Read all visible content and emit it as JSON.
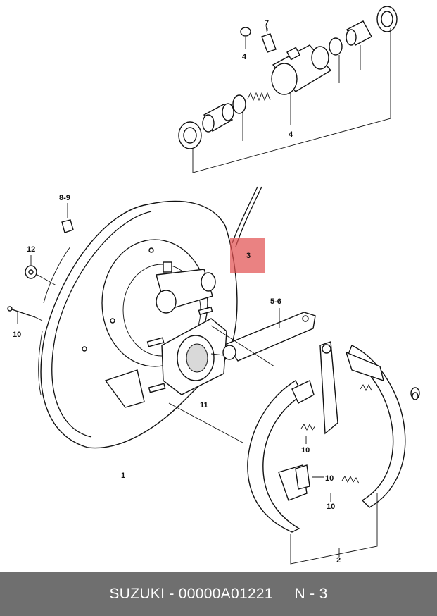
{
  "callouts": {
    "c1": "1",
    "c2": "2",
    "c3": "3",
    "c4": "4",
    "c4b": "4",
    "c5_6": "5-6",
    "c7": "7",
    "c8_9": "8-9",
    "c10a": "10",
    "c10b": "10",
    "c10c": "10",
    "c10d": "10",
    "c11": "11",
    "c12": "12"
  },
  "footer": {
    "text": "SUZUKI - 00000A01221     N - 3"
  },
  "colors": {
    "highlight": "#e25252",
    "footer_bg": "#6f6f6f",
    "footer_text": "#ffffff"
  }
}
